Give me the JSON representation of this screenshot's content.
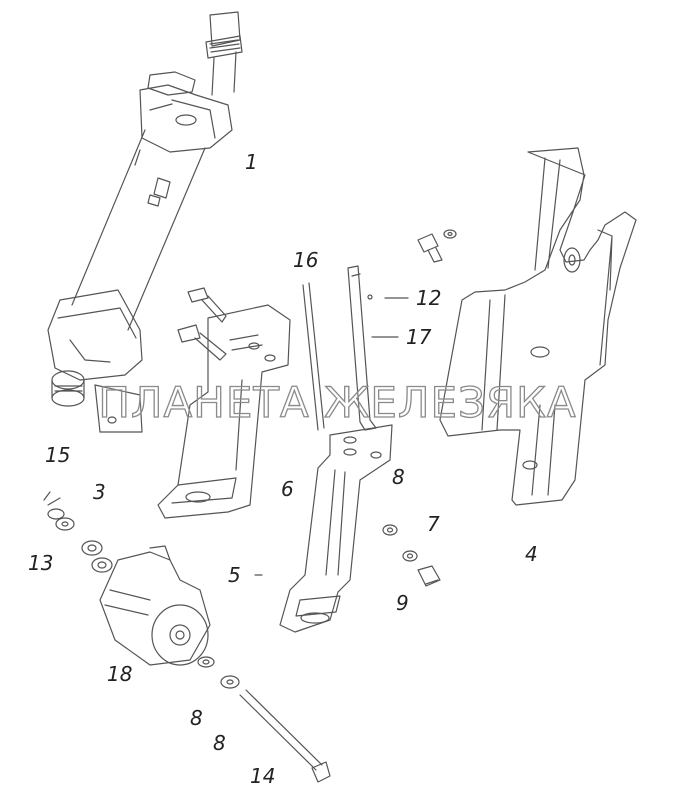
{
  "watermark": "ПЛАНЕТА ЖЕЛЕЗЯКА",
  "callouts": {
    "c1": "1",
    "c3": "3",
    "c4": "4",
    "c5": "5",
    "c6": "6",
    "c7": "7",
    "c8a": "8",
    "c8b": "8",
    "c8c": "8",
    "c9": "9",
    "c12": "12",
    "c13": "13",
    "c14": "14",
    "c15": "15",
    "c16": "16",
    "c17": "17",
    "c18": "18"
  },
  "colors": {
    "line": "#555555",
    "label": "#222222",
    "background": "#ffffff"
  }
}
